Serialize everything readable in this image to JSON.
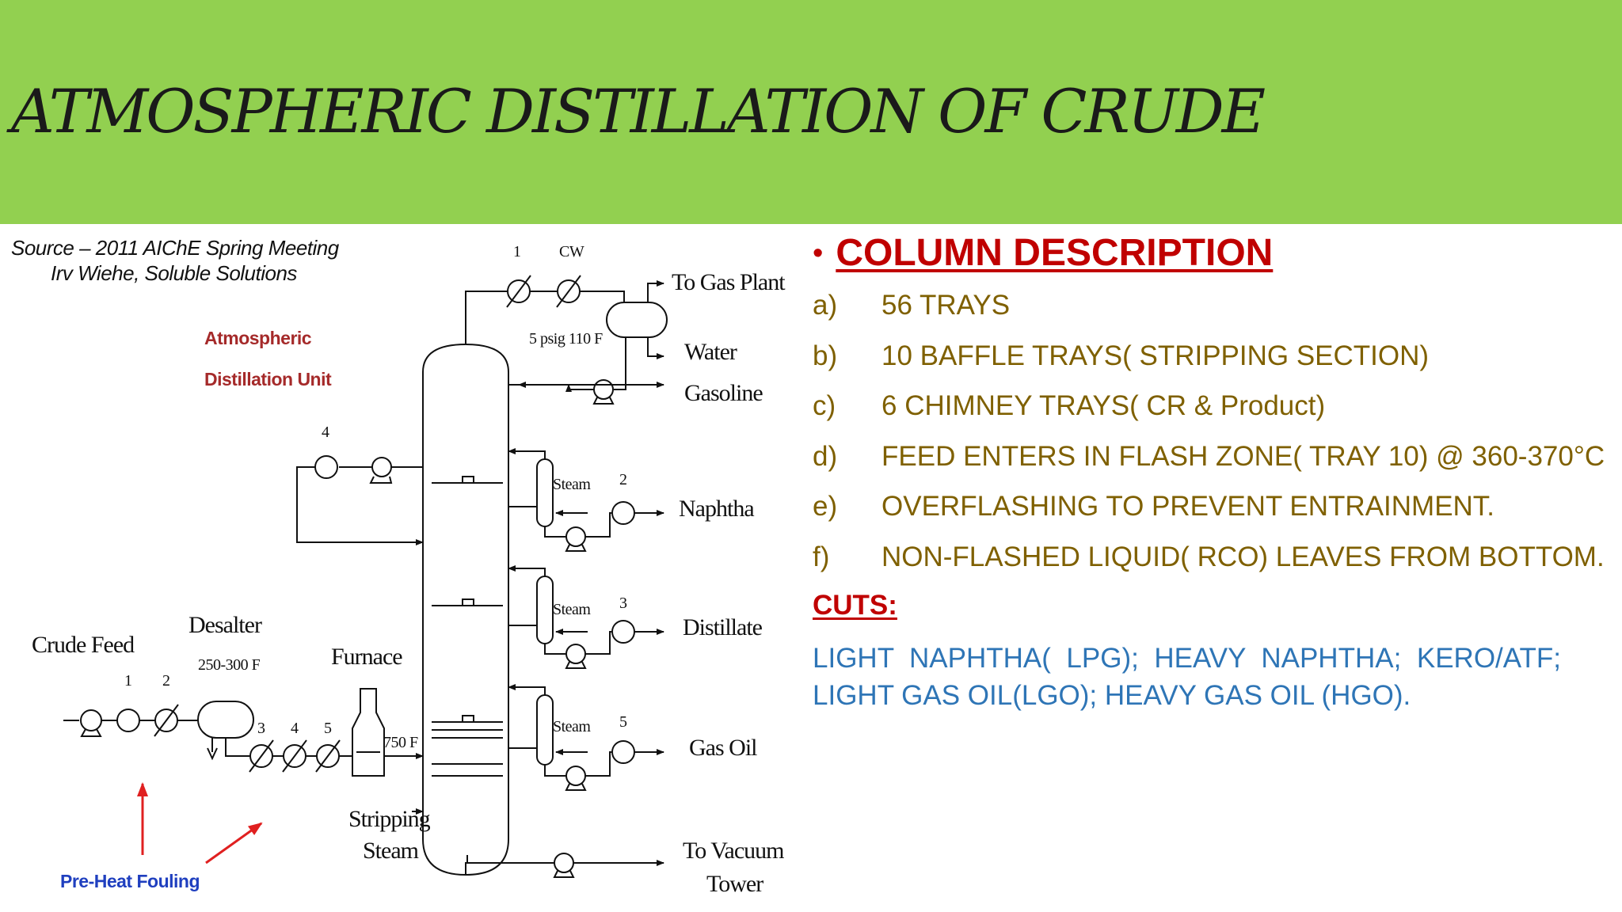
{
  "slide": {
    "title": "ATMOSPHERIC DISTILLATION OF CRUDE"
  },
  "diagram": {
    "source_line1": "Source – 2011 AIChE Spring Meeting",
    "source_line2": "Irv Wiehe, Soluble Solutions",
    "unit_line1": "Atmospheric",
    "unit_line2": "Distillation Unit",
    "fouling_label": "Pre-Heat Fouling",
    "crude_feed": "Crude Feed",
    "desalter": "Desalter",
    "desalter_temp": "250-300 F",
    "furnace": "Furnace",
    "furnace_temp": "750 F",
    "stripping_line1": "Stripping",
    "stripping_line2": "Steam",
    "drum_condition": "5 psig 110 F",
    "cw": "CW",
    "steam": "Steam",
    "products": {
      "gas_plant": "To Gas Plant",
      "water": "Water",
      "gasoline": "Gasoline",
      "naphtha": "Naphtha",
      "distillate": "Distillate",
      "gas_oil": "Gas Oil",
      "vacuum_line1": "To Vacuum",
      "vacuum_line2": "Tower"
    },
    "exchanger_numbers": {
      "top": "1",
      "pumparound": "4",
      "naphtha": "2",
      "distillate": "3",
      "gas_oil": "5",
      "feed_1": "1",
      "feed_2": "2",
      "feed_3": "3",
      "feed_4": "4",
      "feed_5": "5"
    }
  },
  "description": {
    "heading": "COLUMN DESCRIPTION",
    "items": [
      {
        "marker": "a)",
        "text": "56 TRAYS"
      },
      {
        "marker": "b)",
        "text": "10 BAFFLE TRAYS( STRIPPING SECTION)"
      },
      {
        "marker": "c)",
        "text": "6 CHIMNEY TRAYS( CR & Product)"
      },
      {
        "marker": "d)",
        "text": "FEED ENTERS IN FLASH ZONE( TRAY 10) @ 360-370°C"
      },
      {
        "marker": "e)",
        "text": "OVERFLASHING TO PREVENT ENTRAINMENT."
      },
      {
        "marker": "f)",
        "text": "NON-FLASHED LIQUID( RCO) LEAVES FROM BOTTOM."
      }
    ],
    "cuts_title": "CUTS:",
    "cuts_text": "LIGHT NAPHTHA( LPG);      HEAVY NAPHTHA; KERO/ATF;              LIGHT GAS OIL(LGO);            HEAVY GAS OIL (HGO)."
  },
  "colors": {
    "banner": "#92d050",
    "heading": "#c00000",
    "items": "#7f6000",
    "cuts": "#2e75b6",
    "unit_label": "#a52a2a",
    "fouling_label": "#1f3fbf",
    "fouling_arrows": "#e02020"
  }
}
